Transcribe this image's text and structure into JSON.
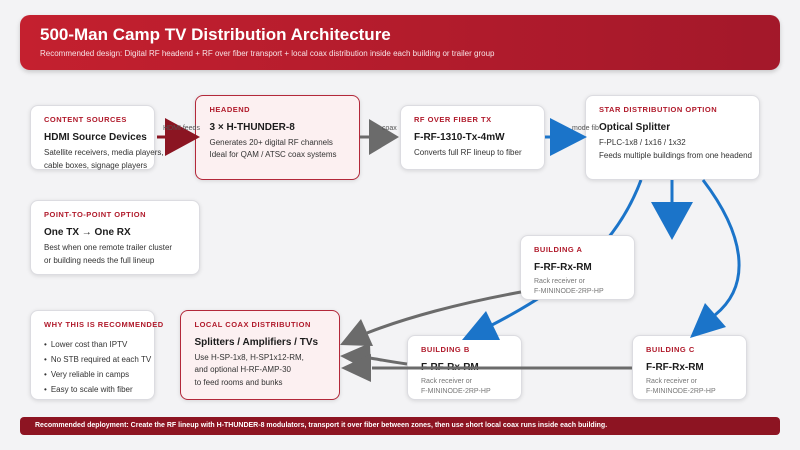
{
  "header": {
    "title": "500-Man Camp TV Distribution Architecture",
    "subtitle": "Recommended design: Digital RF headend + RF over fiber transport + local coax distribution inside each building or trailer group"
  },
  "boxes": {
    "content_sources": {
      "label": "CONTENT SOURCES",
      "title": "HDMI Source Devices",
      "lines": [
        "Satellite receivers, media players,",
        "cable boxes, signage players"
      ]
    },
    "headend": {
      "label": "HEADEND",
      "title": "3 × H-THUNDER-8",
      "lines": [
        "Generates 20+ digital RF channels",
        "Ideal for QAM / ATSC coax systems"
      ]
    },
    "rf_over_fiber_tx": {
      "label": "RF OVER FIBER TX",
      "title": "F-RF-1310-Tx-4mW",
      "lines": [
        "Converts full RF lineup to fiber"
      ]
    },
    "star_distribution": {
      "label": "STAR DISTRIBUTION OPTION",
      "title": "Optical Splitter",
      "lines": [
        "F-PLC-1x8 / 1x16 / 1x32",
        "Feeds multiple buildings from one headend"
      ]
    },
    "point_to_point": {
      "label": "POINT-TO-POINT OPTION",
      "title": "One TX → One RX",
      "lines": [
        "Best when one remote trailer cluster",
        "or building needs the full lineup"
      ]
    },
    "building_a": {
      "label": "BUILDING A",
      "title": "F-RF-Rx-RM",
      "lines": [
        "Rack receiver or",
        "F-MININODE-2RP-HP"
      ]
    },
    "building_b": {
      "label": "BUILDING B",
      "title": "F-RF-Rx-RM",
      "lines": [
        "Rack receiver or",
        "F-MININODE-2RP-HP"
      ]
    },
    "building_c": {
      "label": "BUILDING C",
      "title": "F-RF-Rx-RM",
      "lines": [
        "Rack receiver or",
        "F-MININODE-2RP-HP"
      ]
    },
    "why_recommended": {
      "label": "WHY THIS IS RECOMMENDED",
      "bullets": [
        "Lower cost than IPTV",
        "No STB required at each TV",
        "Very reliable in camps",
        "Easy to scale with fiber"
      ]
    },
    "local_coax": {
      "label": "LOCAL COAX DISTRIBUTION",
      "title": "Splitters / Amplifiers / TVs",
      "lines": [
        "Use H-SP-1x8, H-SP1x12-RM,",
        "and optional H-RF-AMP-30",
        "to feed rooms and bunks"
      ]
    }
  },
  "connectors": {
    "hdmi_label": "HDMI feeds",
    "coax_label": "coax",
    "fiber_label": "mode fib"
  },
  "footer": {
    "text": "Recommended deployment: Create the RF lineup with H-THUNDER-8 modulators, transport it over fiber between zones, then use short local coax runs inside each building."
  },
  "colors": {
    "page_bg": "#f3f3f5",
    "header_start": "#c4202f",
    "header_end": "#a3182a",
    "accent_red": "#b01a2b",
    "highlight_bg": "#fcf0f1",
    "highlight_border": "#b3283a",
    "hdmi_red": "#8b1522",
    "coax_gray": "#6b6b6b",
    "fiber_blue": "#1b74c9",
    "footer_bg": "#8d1422"
  }
}
